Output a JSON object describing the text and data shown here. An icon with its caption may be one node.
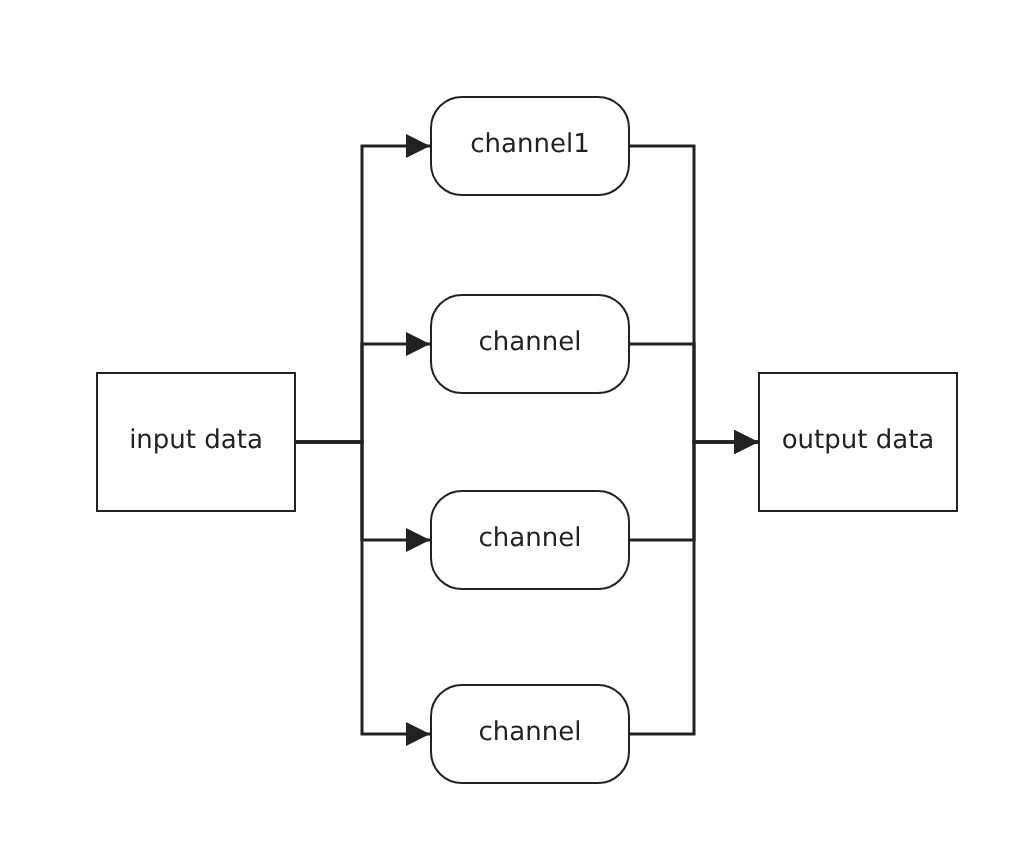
{
  "diagram": {
    "nodes": [
      {
        "text": [
          "input data"
        ]
      },
      {
        "text": [
          "channel1"
        ]
      },
      {
        "text": [
          "channel"
        ]
      },
      {
        "text": [
          "channel"
        ]
      },
      {
        "text": [
          "channel"
        ]
      },
      {
        "text": [
          "output data"
        ]
      }
    ],
    "edges": [
      {
        "from": 0,
        "to": 1,
        "arrow": "to"
      },
      {
        "from": 0,
        "to": 2,
        "arrow": "to"
      },
      {
        "from": 0,
        "to": 3,
        "arrow": "to"
      },
      {
        "from": 0,
        "to": 4,
        "arrow": "to"
      },
      {
        "from": 1,
        "to": 5,
        "arrow": "to"
      },
      {
        "from": 2,
        "to": 5,
        "arrow": "to"
      },
      {
        "from": 3,
        "to": 5,
        "arrow": "to"
      },
      {
        "from": 4,
        "to": 5,
        "arrow": "to"
      }
    ]
  }
}
